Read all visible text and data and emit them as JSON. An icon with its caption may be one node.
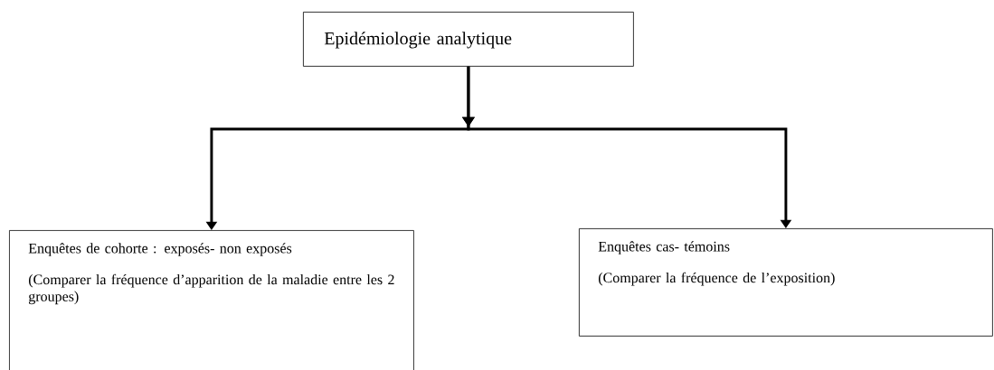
{
  "diagram": {
    "nodes": [
      {
        "text": [
          "Epidémiologie analytique"
        ]
      },
      {
        "text": [
          "Enquêtes de cohorte : exposés- non exposés",
          "(Comparer la fréquence d’apparition de la maladie entre les 2 groupes)"
        ]
      },
      {
        "text": [
          "Enquêtes cas- témoins",
          "(Comparer la fréquence de l’exposition)"
        ]
      }
    ],
    "edges": [
      {
        "from": 0,
        "to": 1,
        "arrow": "to"
      },
      {
        "from": 0,
        "to": 2,
        "arrow": "to"
      }
    ]
  }
}
